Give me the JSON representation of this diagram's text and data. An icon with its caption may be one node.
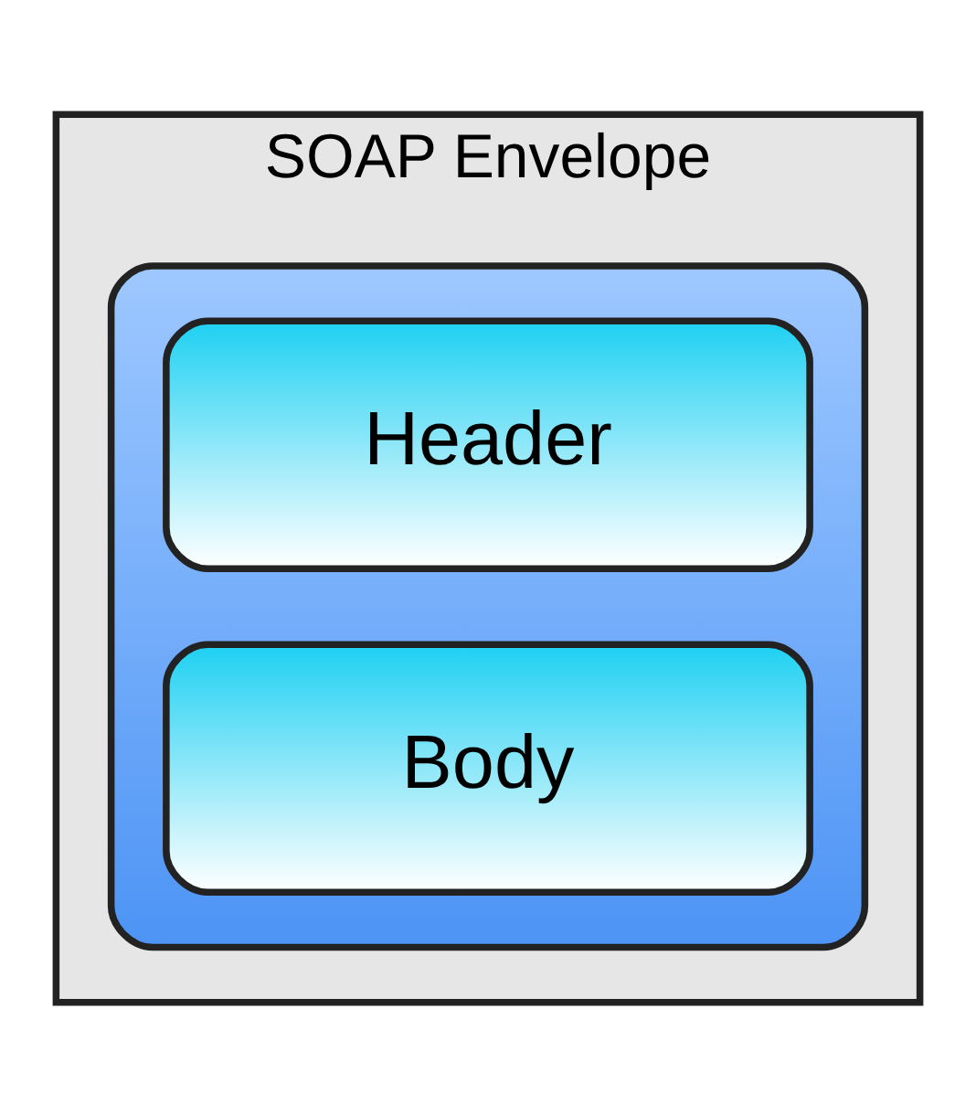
{
  "diagram": {
    "nodes": [
      {
        "text": [
          "SOAP Envelope"
        ]
      },
      {
        "text": [],
        "shape": "box",
        "in": 0
      },
      {
        "text": [
          "Header"
        ],
        "in": 1
      },
      {
        "text": [
          "Body"
        ],
        "in": 1
      }
    ]
  }
}
